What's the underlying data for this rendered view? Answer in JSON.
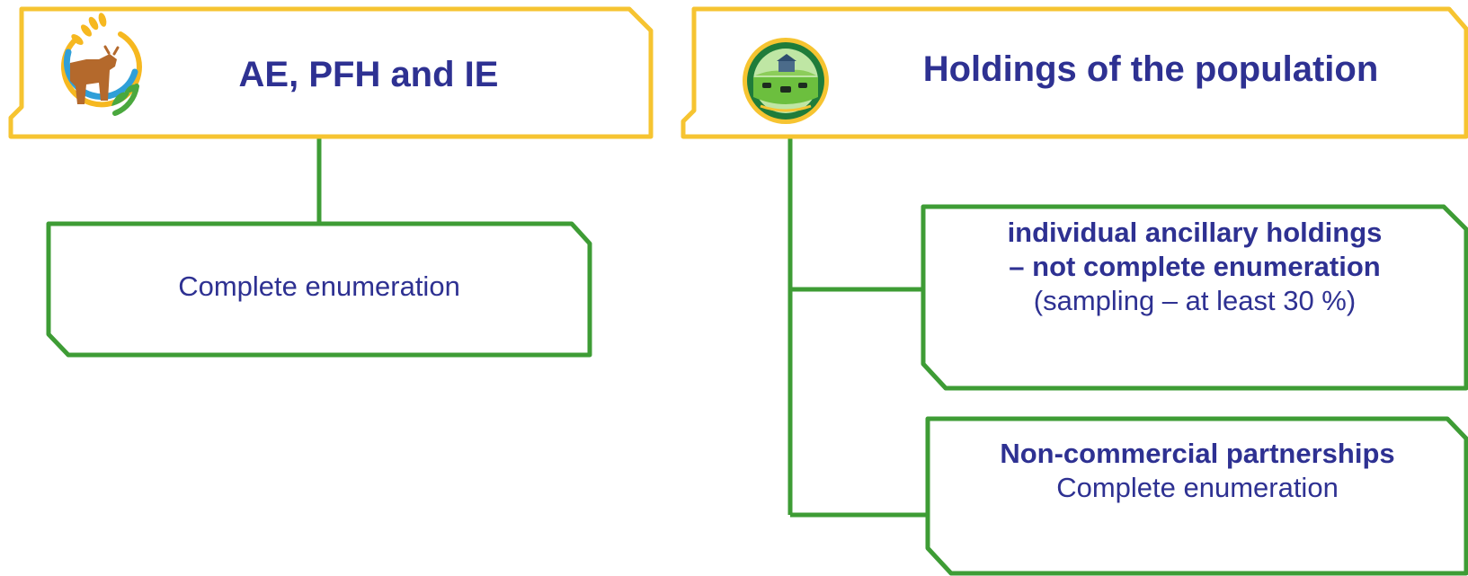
{
  "left": {
    "title": "AE, PFH and IE",
    "icon": "cow-wheat-emblem-icon",
    "child": "Complete enumeration"
  },
  "right": {
    "title": "Holdings of the population",
    "icon": "farm-landscape-emblem-icon",
    "children": [
      {
        "line1": "individual ancillary holdings",
        "line2": "– not complete enumeration",
        "line3": "(sampling – at least 30 %)"
      },
      {
        "line1": "Non-commercial partnerships",
        "line2": "Complete enumeration"
      }
    ]
  },
  "colors": {
    "header_border": "#f6c431",
    "child_border": "#3e9c35",
    "connector": "#3e9c35",
    "text": "#2e3192"
  }
}
